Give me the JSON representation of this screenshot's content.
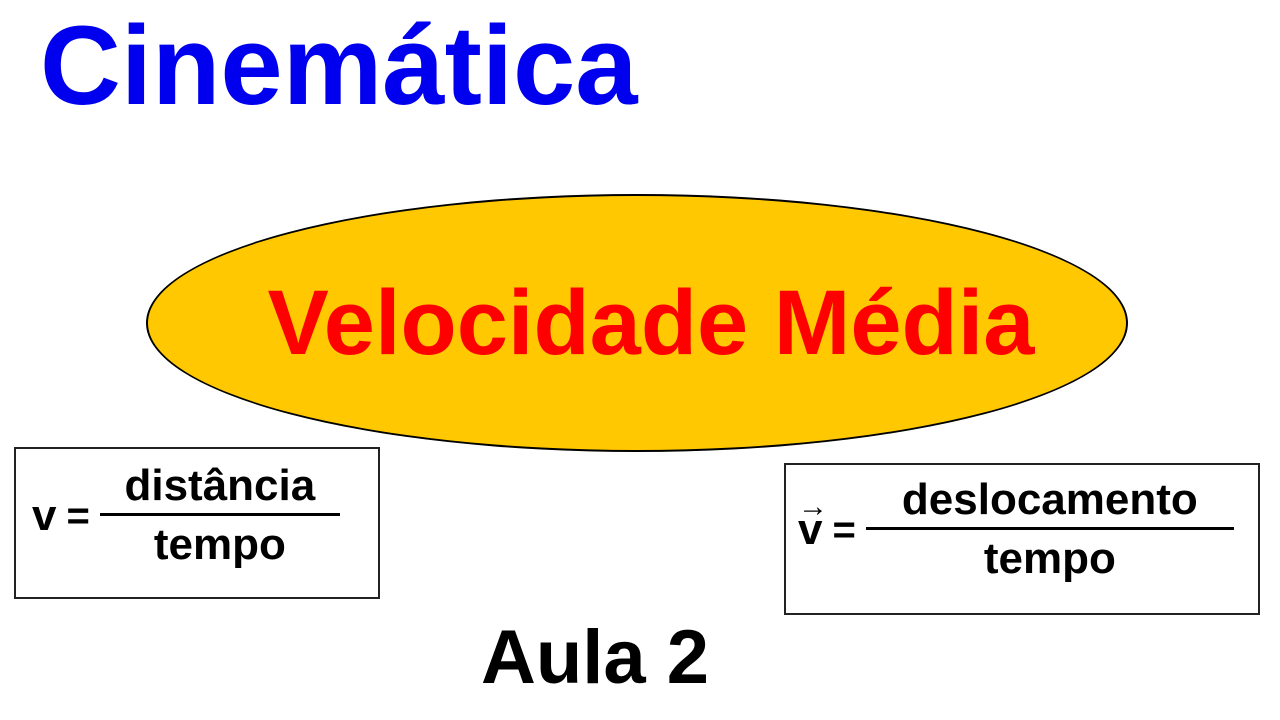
{
  "title": {
    "text": "Cinemática",
    "color": "#0000ee"
  },
  "highlight": {
    "text": "Velocidade Média",
    "text_color": "#ff0000",
    "fill_color": "#ffc800"
  },
  "formula_scalar": {
    "variable": "v",
    "equals": "=",
    "numerator": "distância",
    "denominator": "tempo"
  },
  "formula_vector": {
    "variable": "v",
    "arrow": "→",
    "equals": "=",
    "numerator": "deslocamento",
    "denominator": "tempo"
  },
  "lesson": {
    "text": "Aula 2"
  }
}
